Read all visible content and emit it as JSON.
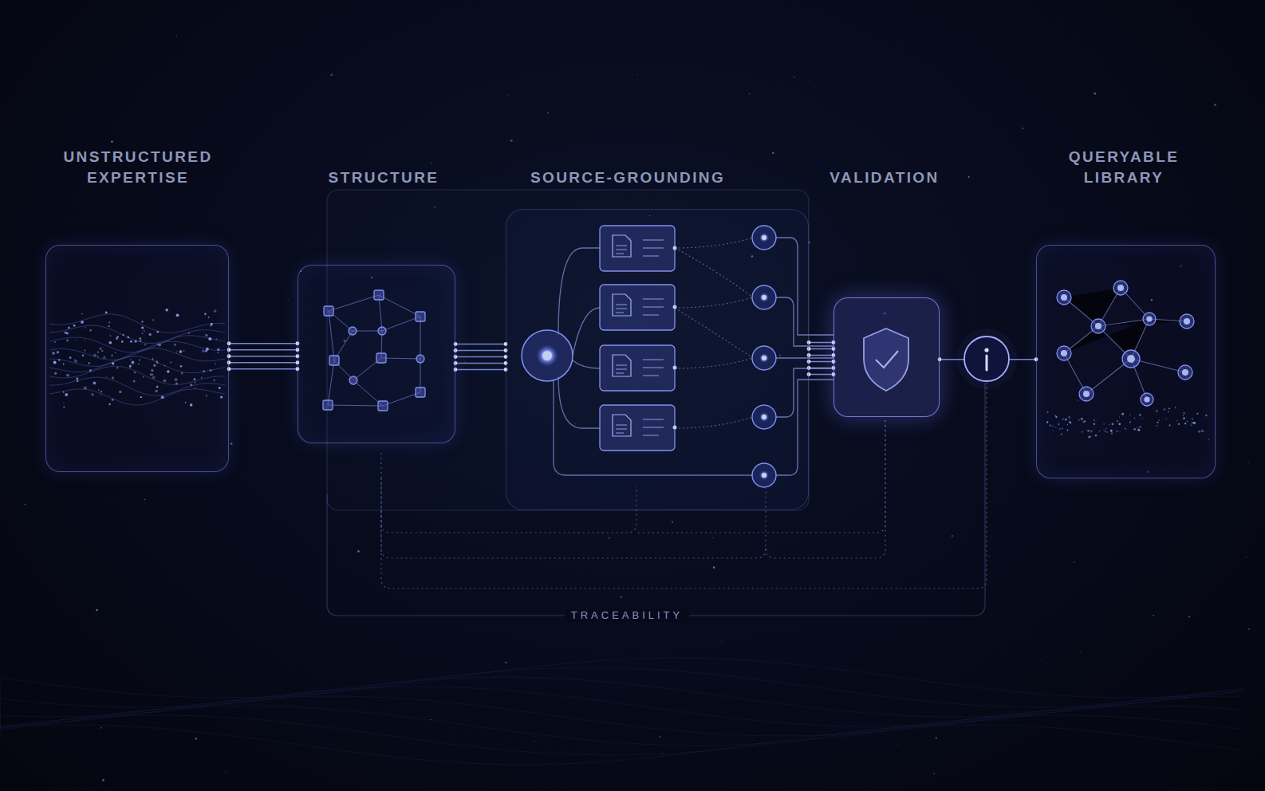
{
  "diagram": {
    "nodes": [
      {
        "text": [
          "UNSTRUCTURED EXPERTISE"
        ]
      },
      {
        "text": [
          "STRUCTURE"
        ]
      },
      {
        "text": [
          "SOURCE-GROUNDING"
        ]
      },
      {
        "text": [
          "VALIDATION"
        ]
      },
      {
        "text": [
          "QUERYABLE LIBRARY"
        ]
      }
    ],
    "edges": [
      {
        "from": 0,
        "to": 1,
        "arrow": "none"
      },
      {
        "from": 1,
        "to": 2,
        "arrow": "none"
      },
      {
        "from": 2,
        "to": 3,
        "arrow": "none"
      },
      {
        "from": 3,
        "to": 4,
        "arrow": "none"
      }
    ],
    "labels": [
      "TRACEABILITY"
    ]
  }
}
